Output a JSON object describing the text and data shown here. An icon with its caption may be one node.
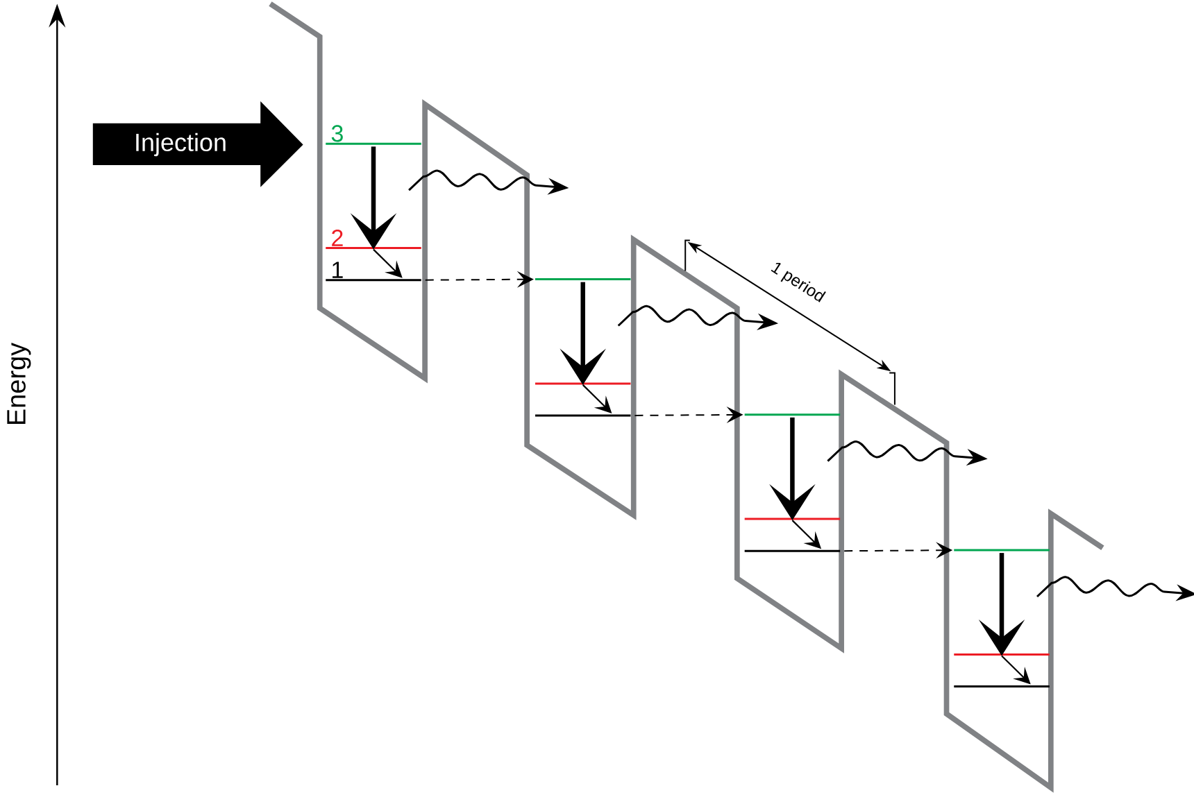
{
  "diagram": {
    "nodes": [
      {
        "text": [
          "Injection"
        ]
      },
      {
        "text": [
          "3"
        ]
      },
      {
        "text": [
          "2"
        ]
      },
      {
        "text": [
          "1"
        ]
      },
      {
        "text": [],
        "shape": "line"
      },
      {
        "text": [],
        "shape": "line"
      },
      {
        "text": [],
        "shape": "line"
      },
      {
        "text": [],
        "shape": "line"
      },
      {
        "text": [],
        "shape": "line"
      },
      {
        "text": [],
        "shape": "line"
      },
      {
        "text": [],
        "shape": "line"
      },
      {
        "text": [],
        "shape": "line"
      },
      {
        "text": [],
        "shape": "line"
      }
    ],
    "edges": [
      {
        "from": 1,
        "to": 2,
        "arrow": "to",
        "style": "thick"
      },
      {
        "from": 2,
        "to": 3,
        "arrow": "to"
      },
      {
        "from": 3,
        "to": 4,
        "arrow": "to",
        "style": "dashed"
      },
      {
        "from": 4,
        "to": 5,
        "arrow": "to",
        "style": "thick"
      },
      {
        "from": 5,
        "to": 6,
        "arrow": "to"
      },
      {
        "from": 6,
        "to": 7,
        "arrow": "to",
        "style": "dashed"
      },
      {
        "from": 7,
        "to": 8,
        "arrow": "to",
        "style": "thick"
      },
      {
        "from": 8,
        "to": 9,
        "arrow": "to"
      },
      {
        "from": 9,
        "to": 10,
        "arrow": "to",
        "style": "dashed"
      },
      {
        "from": 10,
        "to": 11,
        "arrow": "to",
        "style": "thick"
      },
      {
        "from": 11,
        "to": 12,
        "arrow": "to"
      }
    ],
    "labels": [
      "Energy",
      "1 period"
    ]
  }
}
